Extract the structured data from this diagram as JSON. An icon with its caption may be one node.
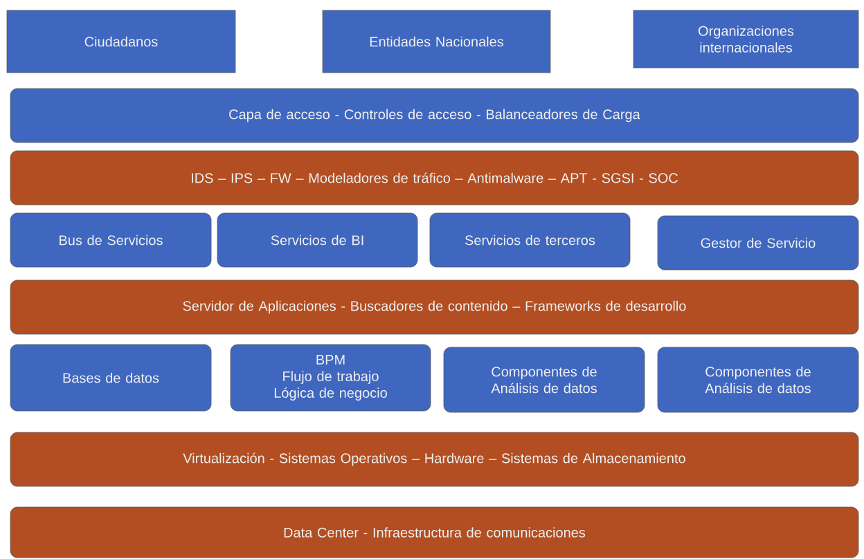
{
  "diagram": {
    "nodes": [
      {
        "text": [
          "Ciudadanos"
        ]
      },
      {
        "text": [
          "Entidades Nacionales"
        ]
      },
      {
        "text": [
          "Organizaciones internacionales"
        ]
      },
      {
        "text": [
          "Capa de acceso -  Controles de acceso  - Balanceadores  de Carga"
        ]
      },
      {
        "text": [
          "IDS – IPS – FW – Modeladores de tráfico – Antimalware – APT - SGSI - SOC"
        ]
      },
      {
        "text": [
          "Bus de Servicios"
        ]
      },
      {
        "text": [
          "Servicios de BI"
        ]
      },
      {
        "text": [
          "Servicios de terceros"
        ]
      },
      {
        "text": [
          "Gestor de Servicio"
        ]
      },
      {
        "text": [
          "Servidor de Aplicaciones -  Buscadores de contenido – Frameworks de desarrollo"
        ]
      },
      {
        "text": [
          "Bases de datos"
        ]
      },
      {
        "text": [
          "BPM",
          "Flujo de trabajo",
          "Lógica de negocio"
        ]
      },
      {
        "text": [
          "Componentes de Análisis de datos"
        ]
      },
      {
        "text": [
          "Componentes de Análisis de datos"
        ]
      },
      {
        "text": [
          "Virtualización - Sistemas Operativos – Hardware – Sistemas de Almacenamiento"
        ]
      },
      {
        "text": [
          "Data Center -  Infraestructura de comunicaciones"
        ]
      }
    ]
  }
}
